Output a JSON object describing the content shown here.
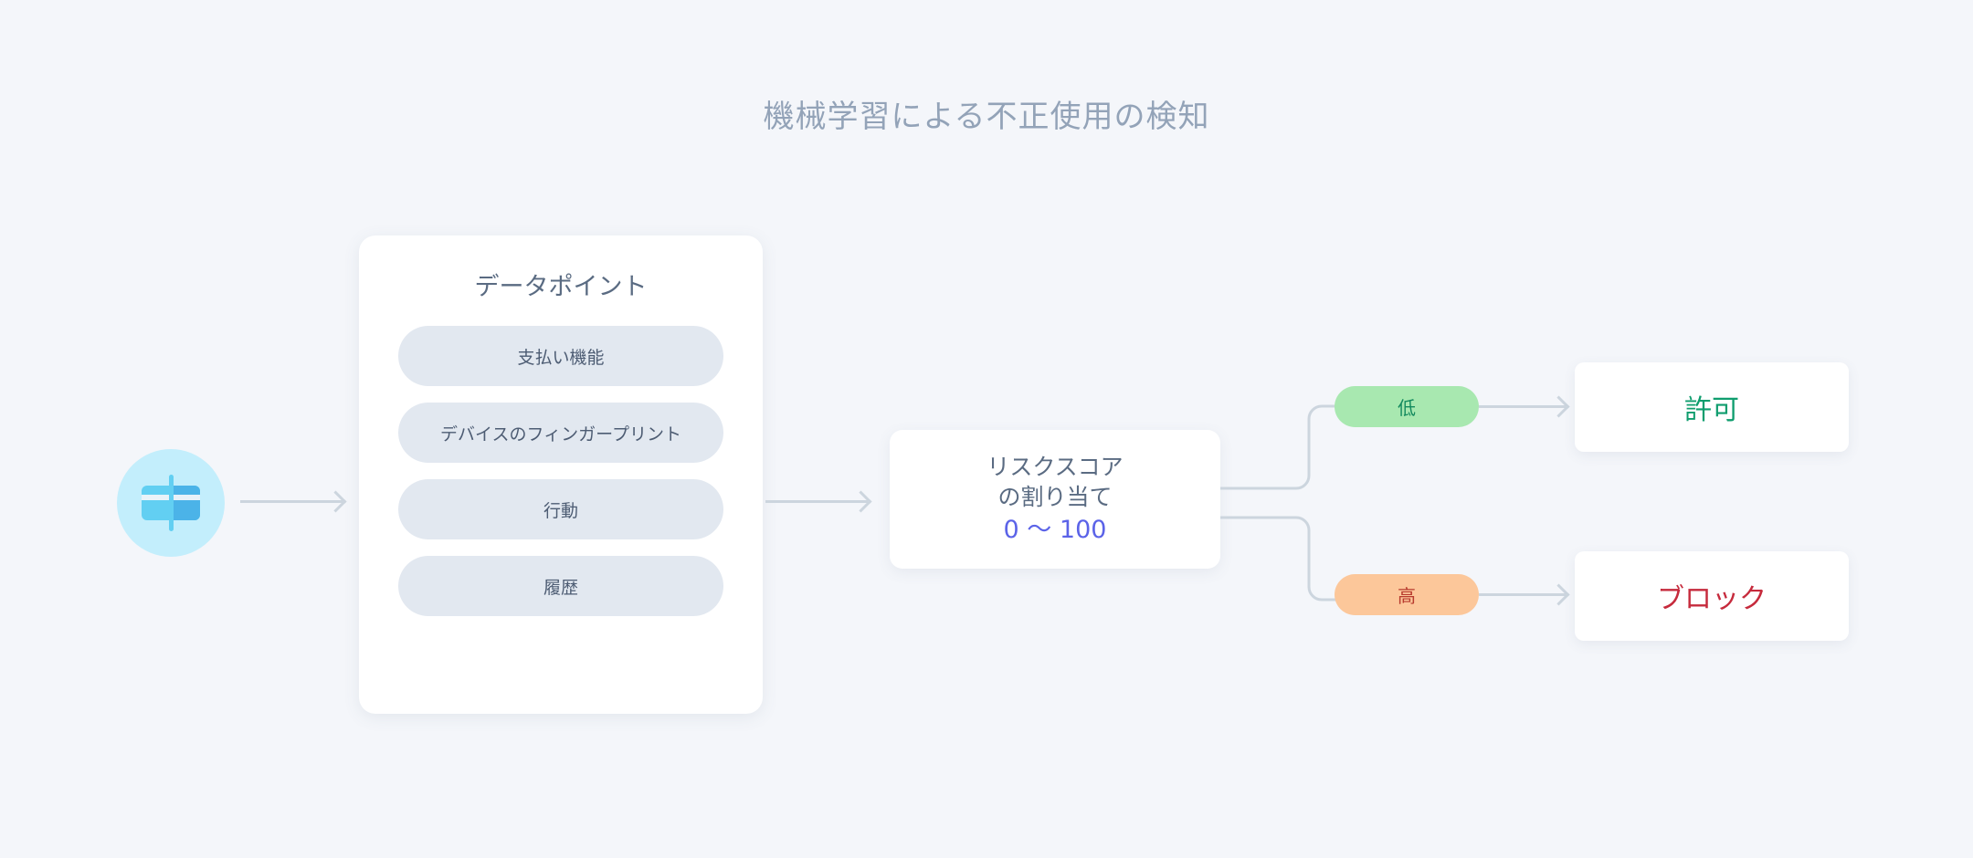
{
  "diagram": {
    "title": "機械学習による不正使用の検知",
    "source": {
      "icon": "credit-card-icon",
      "label": ""
    },
    "datapoints_card": {
      "heading": "データポイント",
      "items": [
        {
          "label": "支払い機能"
        },
        {
          "label": "デバイスのフィンガープリント"
        },
        {
          "label": "行動"
        },
        {
          "label": "履歴"
        }
      ]
    },
    "risk": {
      "line1": "リスクスコア",
      "line2": "の割り当て",
      "range": "0 〜 100"
    },
    "branches": [
      {
        "badge": "低",
        "outcome": "許可",
        "badge_bg": "#a8e8b0",
        "badge_color": "#138a5e",
        "outcome_color": "#0f9d6e"
      },
      {
        "badge": "高",
        "outcome": "ブロック",
        "badge_bg": "#fcc79a",
        "badge_color": "#b83b2e",
        "outcome_color": "#c62a3c"
      }
    ],
    "colors": {
      "background": "#f4f6fa",
      "title": "#93a3b8",
      "connector": "#ccd5de",
      "pill_bg": "#e2e8f0",
      "pill_text": "#4d5c73",
      "card_bg": "#ffffff",
      "risk_text": "#5a6b82",
      "risk_range": "#5b63e8",
      "source_circle": "#c3eefc",
      "card_icon_light": "#62cff2",
      "card_icon_dark": "#4bb3e8"
    }
  }
}
